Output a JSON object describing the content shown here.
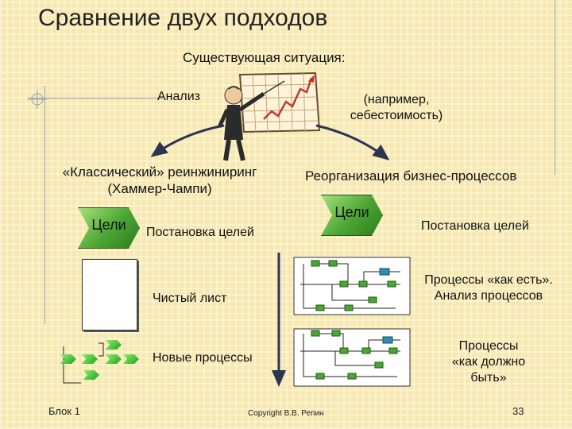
{
  "slide": {
    "title": "Сравнение двух подходов",
    "subtitle": "Существующая ситуация:",
    "analysis": "Анализ",
    "example_line1": "(например,",
    "example_line2": "себестоимость)",
    "left_heading_line1": "«Классический» реинжиниринг",
    "left_heading_line2": "(Хаммер-Чампи)",
    "right_heading": "Реорганизация бизнес-процессов",
    "goals_left": "Цели",
    "goals_right": "Цели",
    "goal_setting_left": "Постановка целей",
    "goal_setting_right": "Постановка целей",
    "blank_sheet": "Чистый лист",
    "new_processes": "Новые процессы",
    "as_is_line1": "Процессы «как есть».",
    "as_is_line2": "Анализ процессов",
    "to_be_line1": "Процессы",
    "to_be_line2": "«как должно",
    "to_be_line3": "быть»",
    "footer_left": "Блок 1",
    "copyright": "Copyright В.В. Репин",
    "page_number": "33"
  },
  "colors": {
    "background": "#f7e8b0",
    "green": "#4aa531",
    "board": "#fff4d9",
    "chart": "#c0392b"
  }
}
